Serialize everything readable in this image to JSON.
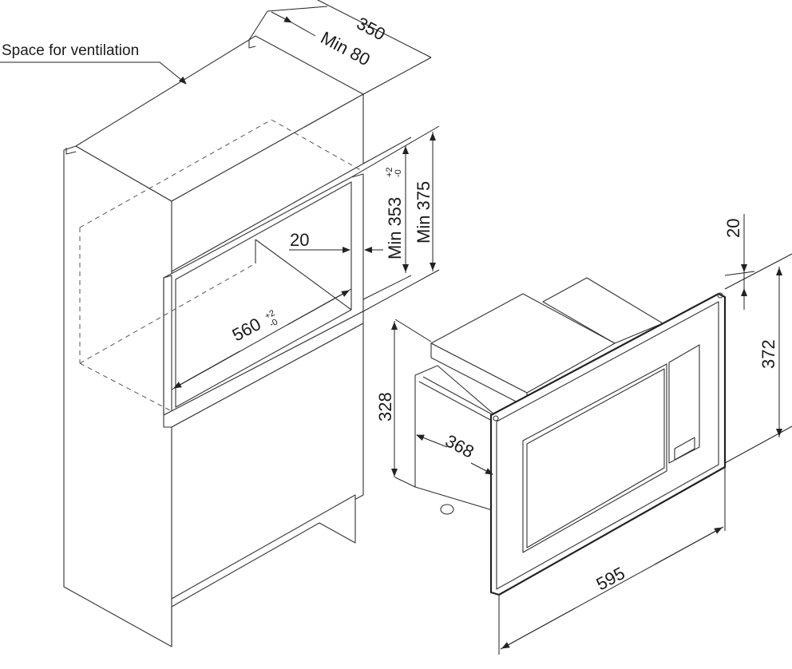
{
  "labels": {
    "ventilation": "Space for ventilation",
    "depth_cabinet": "350",
    "min_ventilation": "Min 80",
    "niche_height": "Min 353",
    "cabinet_height": "Min 375",
    "niche_width": "560",
    "gap": "20",
    "frame_top_offset": "20",
    "appliance_height": "328",
    "appliance_depth": "368",
    "frame_height": "372",
    "frame_width": "595"
  },
  "tolerances": {
    "niche_height": {
      "plus": "+2",
      "minus": "-0"
    },
    "niche_width": {
      "plus": "+2",
      "minus": "-0"
    }
  }
}
